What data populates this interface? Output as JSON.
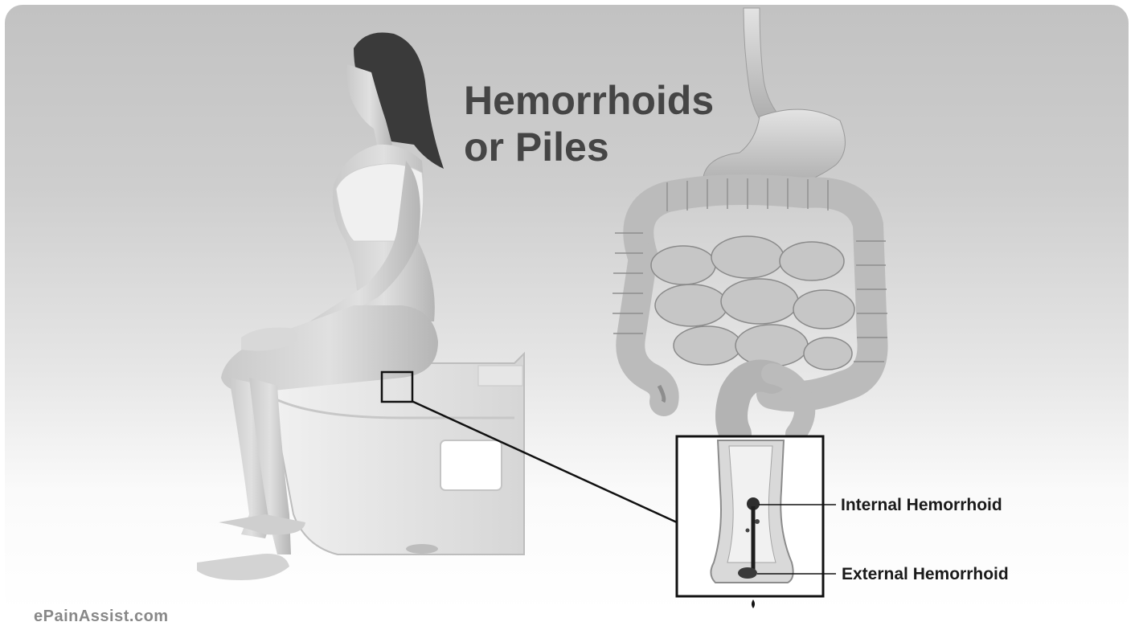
{
  "title": {
    "line1": "Hemorrhoids",
    "line2": "or Piles"
  },
  "labels": {
    "internal": "Internal Hemorrhoid",
    "external": "External Hemorrhoid"
  },
  "brand": "ePainAssist.com"
}
